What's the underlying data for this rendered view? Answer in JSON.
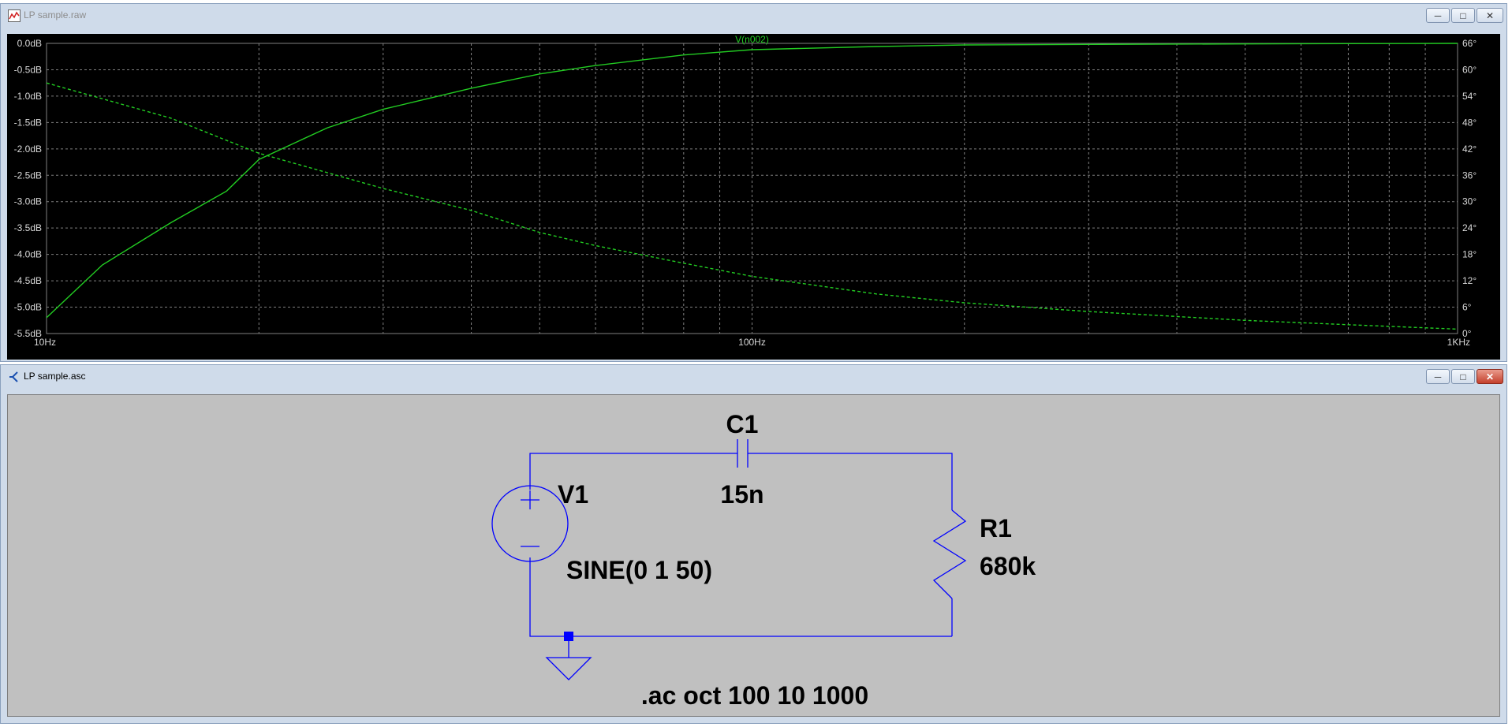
{
  "waveform_window": {
    "title": "LP sample.raw",
    "buttons": {
      "minimize": "─",
      "maximize": "□",
      "close": "✕"
    }
  },
  "schematic_window": {
    "title": "LP sample.asc",
    "buttons": {
      "minimize": "─",
      "maximize": "□",
      "close": "✕"
    }
  },
  "chart_data": {
    "type": "line",
    "trace_label": "V(n002)",
    "x_scale": "log",
    "xlim": [
      10,
      1000
    ],
    "x_unit": "Hz",
    "x_tick_labels": [
      "10Hz",
      "100Hz",
      "1KHz"
    ],
    "left_axis": {
      "ylim": [
        -5.5,
        0
      ],
      "tick_labels": [
        "0.0dB",
        "-0.5dB",
        "-1.0dB",
        "-1.5dB",
        "-2.0dB",
        "-2.5dB",
        "-3.0dB",
        "-3.5dB",
        "-4.0dB",
        "-4.5dB",
        "-5.0dB",
        "-5.5dB"
      ]
    },
    "right_axis": {
      "ylim": [
        0,
        66
      ],
      "tick_labels": [
        "66°",
        "60°",
        "54°",
        "48°",
        "42°",
        "36°",
        "30°",
        "24°",
        "18°",
        "12°",
        "6°",
        "0°"
      ]
    },
    "grid": true,
    "background": "#000000",
    "trace_color": "#22cc22",
    "grid_color": "#808080",
    "series": [
      {
        "style": "solid",
        "axis": "left",
        "x": [
          10,
          12,
          15,
          18,
          20,
          25,
          30,
          40,
          50,
          60,
          80,
          100,
          150,
          200,
          300,
          500,
          700,
          1000
        ],
        "y": [
          -5.2,
          -4.2,
          -3.4,
          -2.8,
          -2.2,
          -1.6,
          -1.25,
          -0.85,
          -0.58,
          -0.42,
          -0.22,
          -0.12,
          -0.06,
          -0.03,
          -0.02,
          -0.01,
          -0.005,
          0.0
        ]
      },
      {
        "style": "dashed",
        "axis": "right",
        "x": [
          10,
          15,
          20,
          30,
          40,
          50,
          60,
          80,
          100,
          150,
          200,
          300,
          500,
          700,
          1000
        ],
        "y": [
          57,
          49,
          41,
          33,
          28,
          23,
          20,
          16,
          13,
          9,
          7,
          5,
          3,
          2,
          1
        ]
      }
    ]
  },
  "schematic": {
    "c1_name": "C1",
    "c1_value": "15n",
    "v1_name": "V1",
    "v1_value": "SINE(0 1 50)",
    "r1_name": "R1",
    "r1_value": "680k",
    "directive": ".ac oct 100 10 1000",
    "wire_color": "#0000ff",
    "text_color": "#000000"
  }
}
